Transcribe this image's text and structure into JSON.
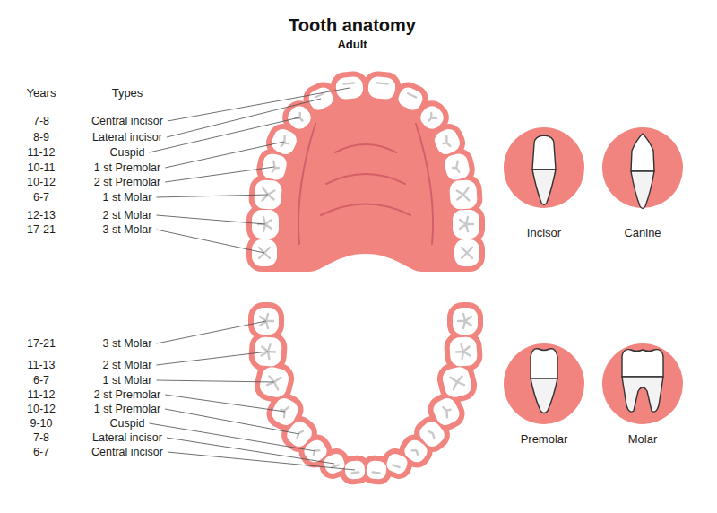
{
  "diagram": {
    "title": "Tooth anatomy",
    "nodes": [
      {
        "text": [
          "Incisor"
        ]
      },
      {
        "text": [
          "Canine"
        ]
      },
      {
        "text": [
          "Premolar"
        ]
      },
      {
        "text": [
          "Molar"
        ]
      }
    ],
    "labels": [
      "Adult",
      "Years",
      "Types",
      "7-8",
      "Central incisor",
      "8-9",
      "Lateral incisor",
      "11-12",
      "Cuspid",
      "10-11",
      "1 st Premolar",
      "10-12",
      "2 st Premolar",
      "6-7",
      "1 st Molar",
      "12-13",
      "2 st Molar",
      "17-21",
      "3 st Molar",
      "17-21",
      "3 st Molar",
      "11-13",
      "2 st Molar",
      "6-7",
      "1 st Molar",
      "11-12",
      "2 st Premolar",
      "10-12",
      "1 st Premolar",
      "9-10",
      "Cuspid",
      "7-8",
      "Lateral incisor",
      "6-7",
      "Central incisor"
    ]
  }
}
